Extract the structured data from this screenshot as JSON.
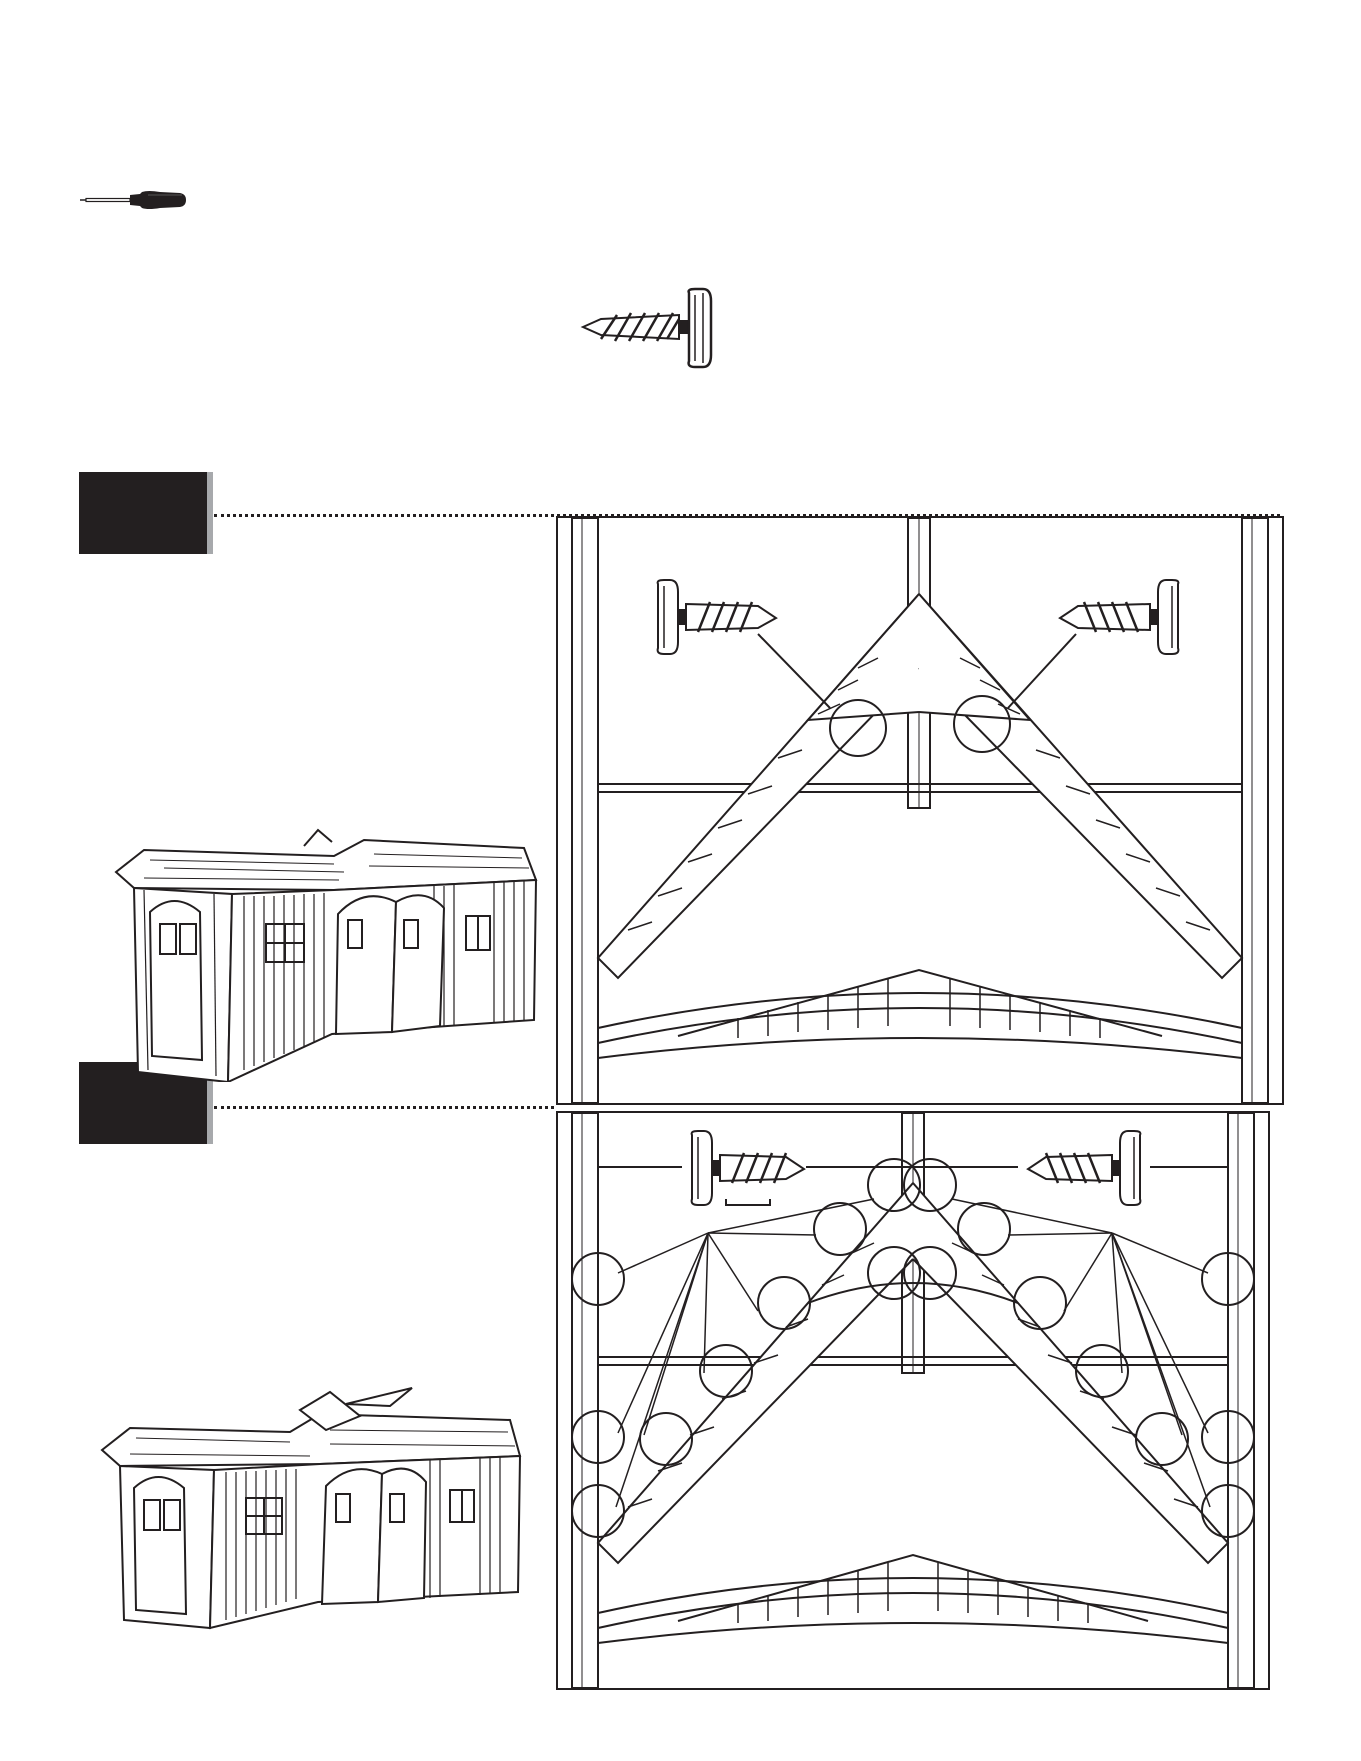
{
  "page": {
    "background": "#ffffff",
    "ink": "#231f20",
    "accent_gray": "#a7a9ac"
  },
  "tools": {
    "icon": "screwdriver-icon"
  },
  "hardware": {
    "icon": "screw-icon"
  },
  "steps": [
    {
      "icon": "step-block",
      "panel": "roof-truss-detail"
    },
    {
      "icon": "step-block",
      "panel": "roof-truss-detail-multiple-screws"
    }
  ]
}
